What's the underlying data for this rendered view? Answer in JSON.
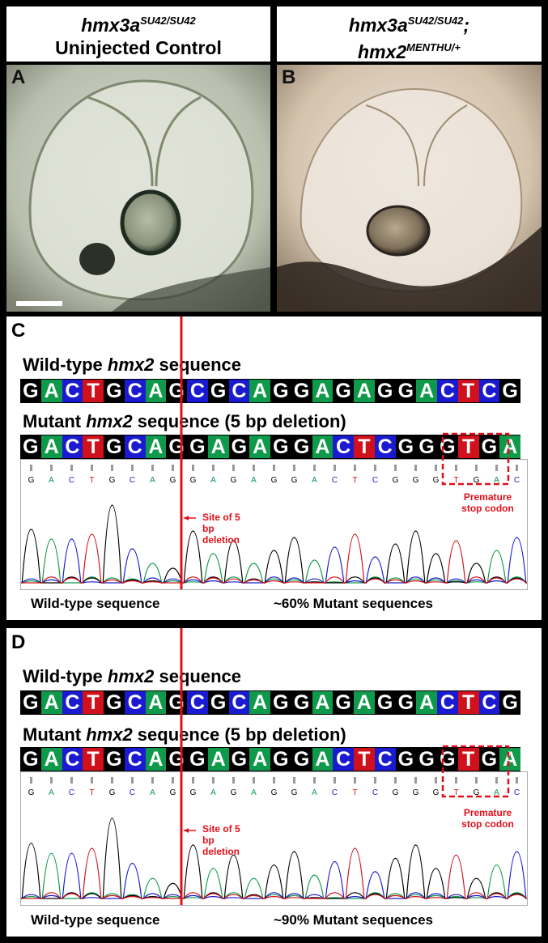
{
  "panels_top": {
    "left_title": {
      "gene": "hmx3a",
      "allele": "SU42/SU42",
      "line2": "Uninjected Control"
    },
    "right_title": {
      "gene": "hmx3a",
      "allele": "SU42/SU42",
      "sep": ";",
      "gene2": "hmx2",
      "allele2": "MENTHU/+"
    },
    "letter_a": "A",
    "letter_b": "B"
  },
  "panel_c": {
    "letter": "C",
    "wt_heading_pre": "Wild-type ",
    "wt_heading_gene": "hmx2",
    "wt_heading_post": " sequence",
    "wt_seq": "GACTGCAGCGCAGGAGAGGACTCG",
    "mut_heading_pre": "Mutant ",
    "mut_heading_gene": "hmx2",
    "mut_heading_post": " sequence (5 bp deletion)",
    "mut_seq": "GACTGCAGGAGAGGACTCGGGTGA",
    "trace_calls": "GACTGCAGGAGAGGACTCGGGTGAC",
    "deletion_note": "Site of 5 bp deletion",
    "stop_note": "Premature stop codon",
    "caption_left": "Wild-type sequence",
    "caption_right": "~60% Mutant sequences"
  },
  "panel_d": {
    "letter": "D",
    "wt_heading_pre": "Wild-type ",
    "wt_heading_gene": "hmx2",
    "wt_heading_post": " sequence",
    "wt_seq": "GACTGCAGCGCAGGAGAGGACTCG",
    "mut_heading_pre": "Mutant ",
    "mut_heading_gene": "hmx2",
    "mut_heading_post": " sequence (5 bp deletion)",
    "mut_seq": "GACTGCAGGAGAGGACTCGGGTGA",
    "trace_calls": "GACTGCAGGAGAGGACTCGGGTGAC",
    "deletion_note": "Site of 5 bp deletion",
    "stop_note": "Premature stop codon",
    "caption_left": "Wild-type sequence",
    "caption_right": "~90% Mutant sequences"
  },
  "colors": {
    "A": "#0e9a4a",
    "C": "#1a1ad0",
    "T": "#d0101a",
    "G": "#000000",
    "annotation": "#e0101a"
  }
}
